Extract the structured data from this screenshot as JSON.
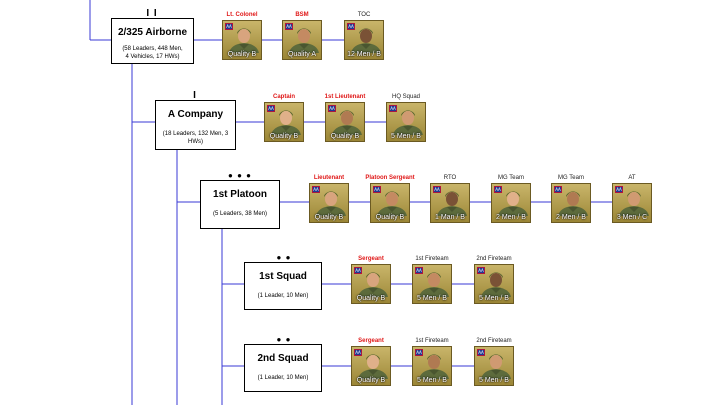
{
  "units": {
    "battalion": {
      "name": "2/325 Airborne",
      "sub1": "(58 Leaders, 448 Men,",
      "sub2": "4 Vehicles, 17 HWs)",
      "symbol": "I I"
    },
    "company": {
      "name": "A Company",
      "sub1": "(18 Leaders, 132 Men, 3 HWs)",
      "symbol": "I"
    },
    "platoon": {
      "name": "1st Platoon",
      "sub1": "(5 Leaders, 38 Men)",
      "symbol": "● ● ●"
    },
    "squad1": {
      "name": "1st Squad",
      "sub1": "(1 Leader, 10 Men)",
      "symbol": "● ●"
    },
    "squad2": {
      "name": "2nd Squad",
      "sub1": "(1 Leader, 10 Men)",
      "symbol": "● ●"
    }
  },
  "cards": {
    "bn": [
      {
        "role": "Lt. Colonel",
        "label": "Quality B",
        "leader": true
      },
      {
        "role": "BSM",
        "label": "Quality A",
        "leader": true
      },
      {
        "role": "TOC",
        "label": "12 Men / B",
        "leader": false
      }
    ],
    "co": [
      {
        "role": "Captain",
        "label": "Quality B",
        "leader": true
      },
      {
        "role": "1st Lieutenant",
        "label": "Quality B",
        "leader": true
      },
      {
        "role": "HQ Squad",
        "label": "5 Men / B",
        "leader": false
      }
    ],
    "plt": [
      {
        "role": "Lieutenant",
        "label": "Quality B",
        "leader": true
      },
      {
        "role": "Platoon Sergeant",
        "label": "Quality B",
        "leader": true
      },
      {
        "role": "RTO",
        "label": "1 Man / B",
        "leader": false
      },
      {
        "role": "MG Team",
        "label": "2 Men / B",
        "leader": false
      },
      {
        "role": "MG Team",
        "label": "2 Men / B",
        "leader": false
      },
      {
        "role": "AT",
        "label": "3 Men / C",
        "leader": false
      }
    ],
    "sq1": [
      {
        "role": "Sergeant",
        "label": "Quality B",
        "leader": true
      },
      {
        "role": "1st Fireteam",
        "label": "5 Men / B",
        "leader": false
      },
      {
        "role": "2nd Fireteam",
        "label": "5 Men / B",
        "leader": false
      }
    ],
    "sq2": [
      {
        "role": "Sergeant",
        "label": "Quality B",
        "leader": true
      },
      {
        "role": "1st Fireteam",
        "label": "5 Men / B",
        "leader": false
      },
      {
        "role": "2nd Fireteam",
        "label": "5 Men / B",
        "leader": false
      }
    ]
  },
  "colors": {
    "line": "#3a3ad6",
    "leader_text": "#e01818",
    "card_bg": "#b8a252",
    "skin_light": "#d8a47e",
    "skin_dark": "#6a4630",
    "uniform": "#5d6b3c"
  },
  "icons": {
    "insignia": "airborne-flag-icon",
    "portrait": "soldier-portrait-icon"
  }
}
